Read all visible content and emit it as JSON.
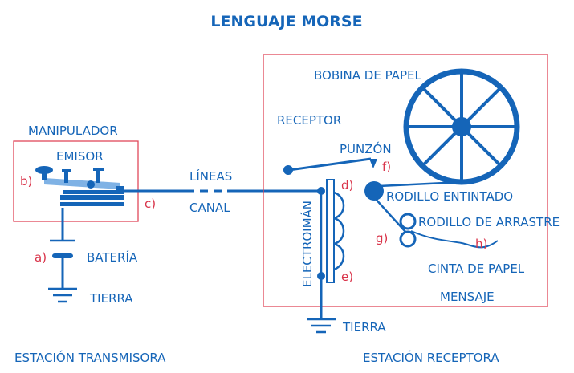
{
  "title": "LENGUAJE MORSE",
  "transmitter": {
    "station_label": "ESTACIÓN TRANSMISORA",
    "manipulador": "MANIPULADOR",
    "emisor": "EMISOR",
    "bateria": "BATERÍA",
    "tierra": "TIERRA"
  },
  "line": {
    "lineas": "LÍNEAS",
    "canal": "CANAL"
  },
  "receiver": {
    "station_label": "ESTACIÓN RECEPTORA",
    "bobina": "BOBINA DE PAPEL",
    "receptor": "RECEPTOR",
    "punzon": "PUNZÓN",
    "rodillo_entintado": "RODILLO ENTINTADO",
    "rodillo_arrastre": "RODILLO DE ARRASTRE",
    "cinta": "CINTA DE PAPEL",
    "mensaje": "MENSAJE",
    "electroiman": "ELECTROIMÁN",
    "tierra": "TIERRA"
  },
  "markers": {
    "a": "a)",
    "b": "b)",
    "c": "c)",
    "d": "d)",
    "e": "e)",
    "f": "f)",
    "g": "g)",
    "h": "h)"
  },
  "colors": {
    "primary": "#1565b8",
    "light": "#7fb2e5",
    "marker": "#d9344a"
  }
}
